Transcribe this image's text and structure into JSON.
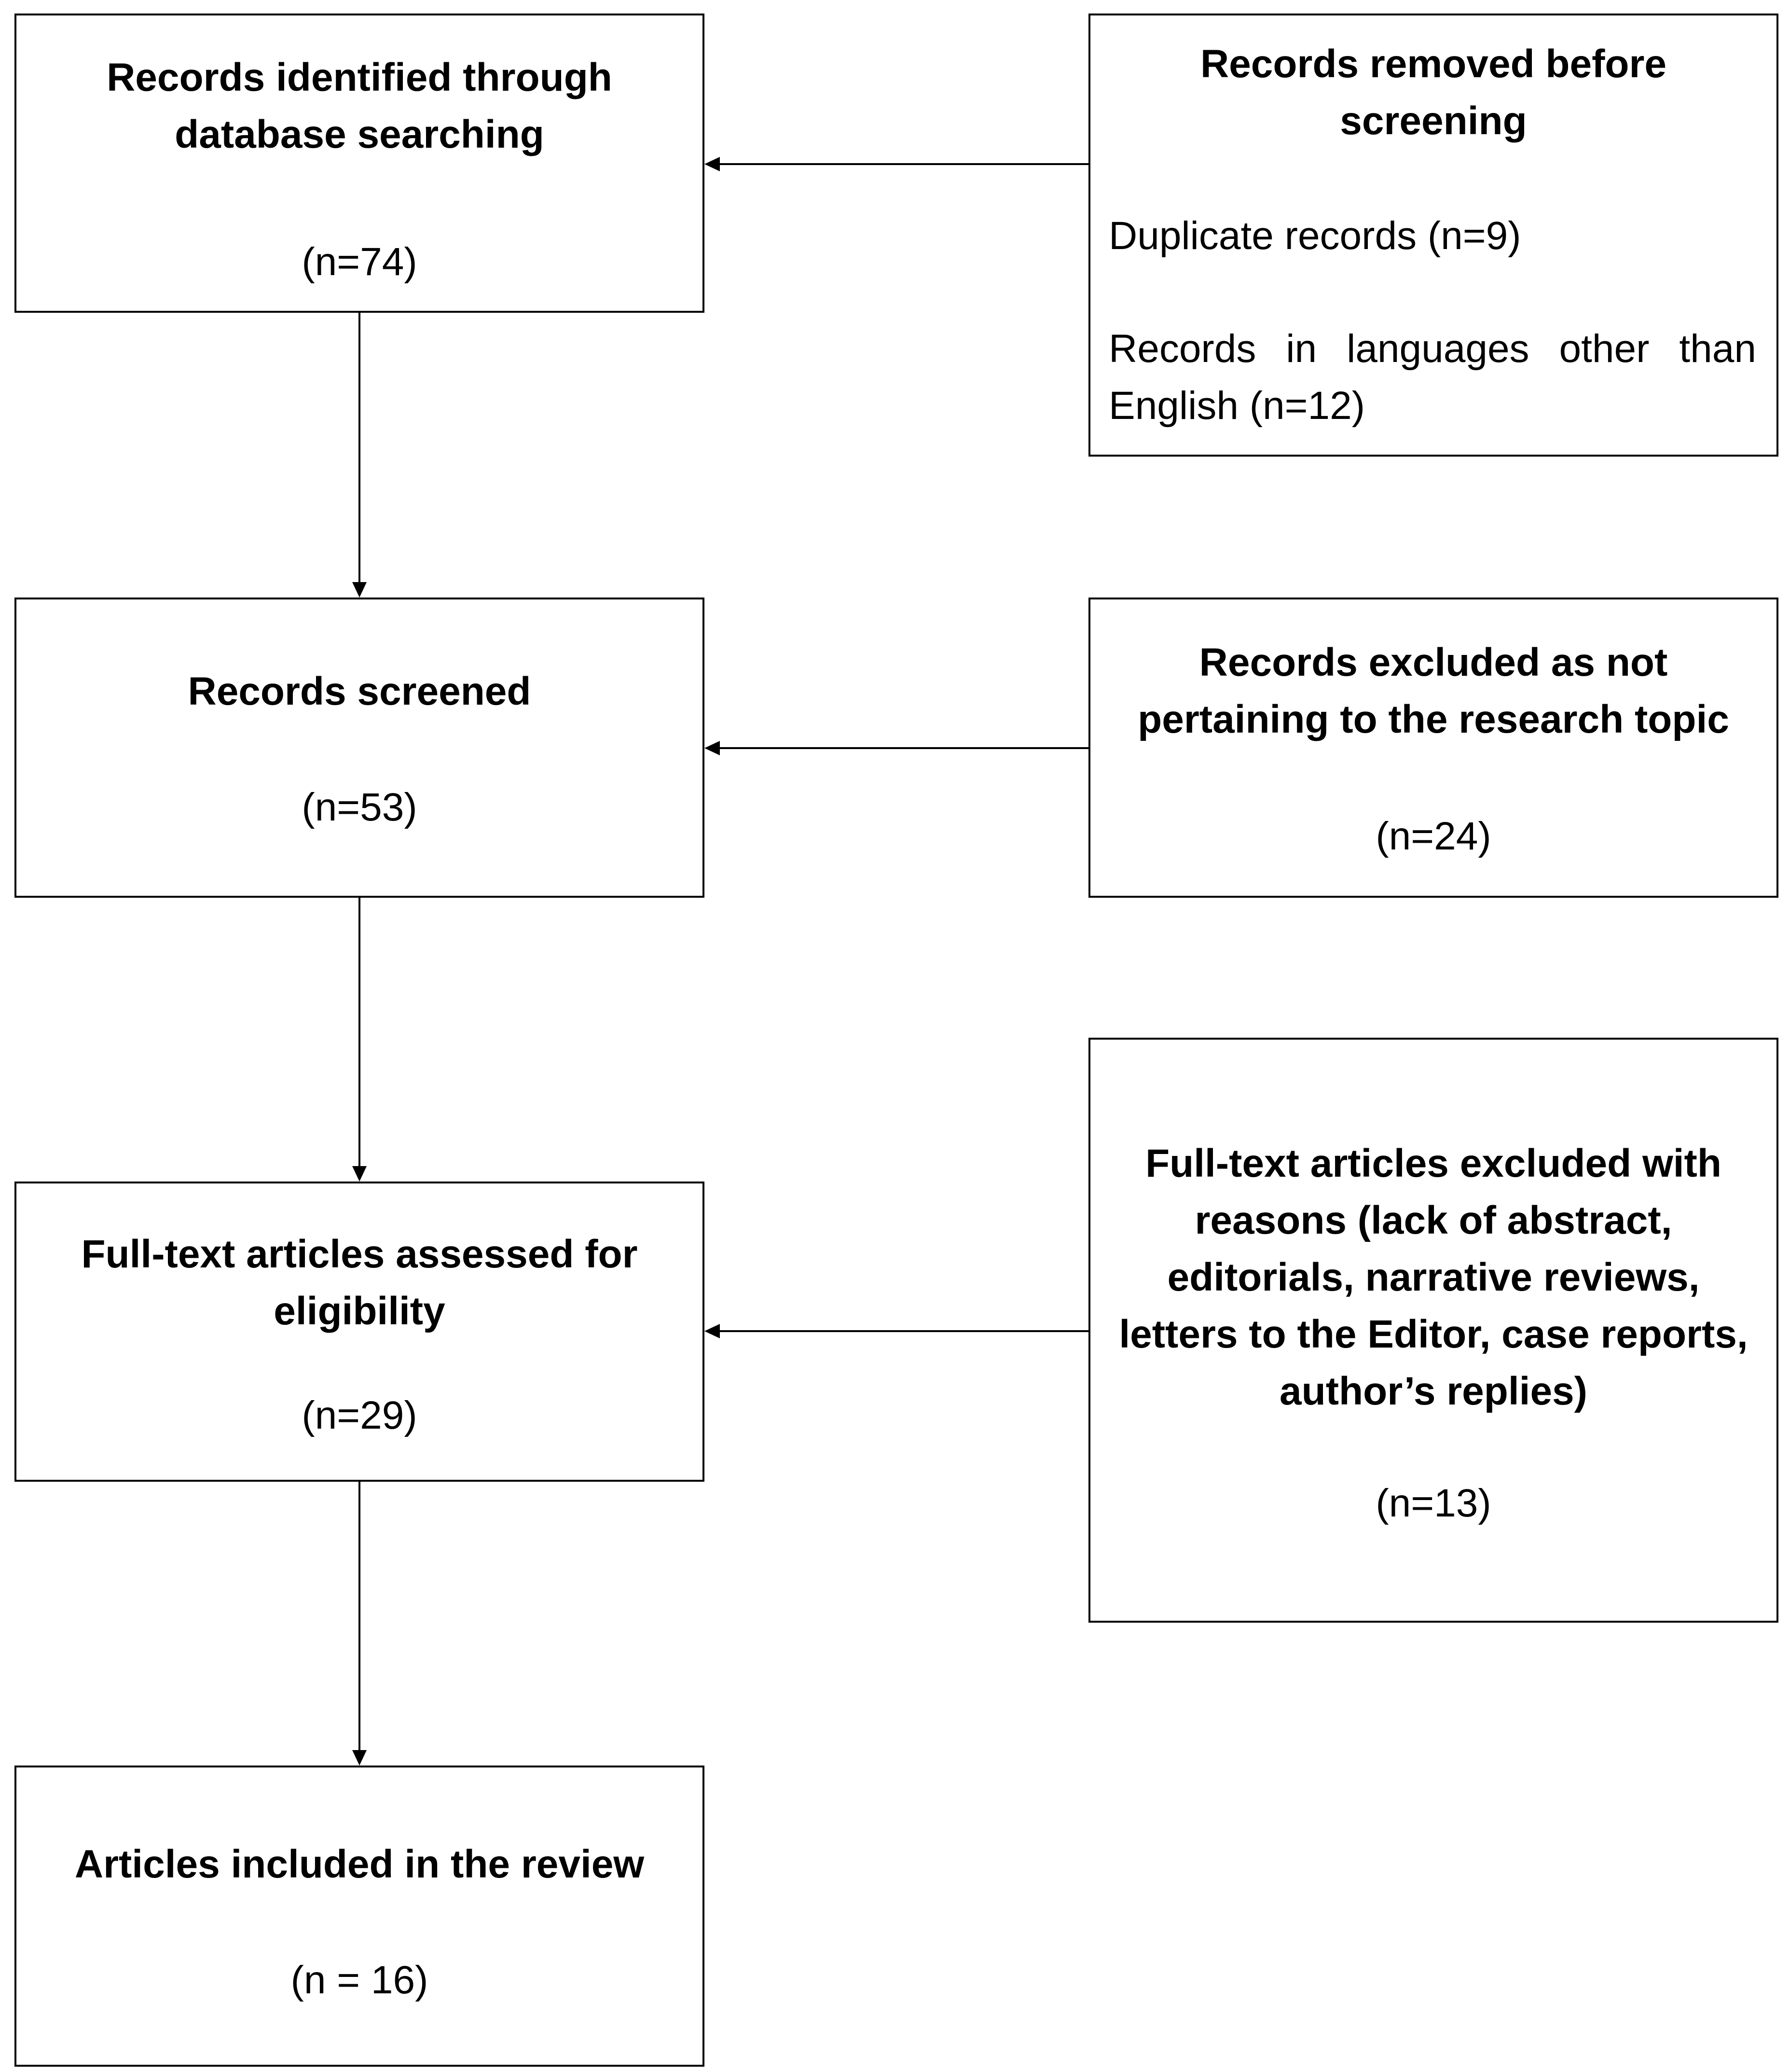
{
  "boxes": {
    "identified": {
      "title": "Records identified through database searching",
      "count": "(n=74)"
    },
    "removed": {
      "title": "Records removed before screening",
      "items": [
        "Duplicate records (n=9)",
        "Records in languages other than English (n=12)"
      ]
    },
    "screened": {
      "title": "Records screened",
      "count": "(n=53)"
    },
    "excluded_topic": {
      "title": "Records excluded as not pertaining to the research topic",
      "count": "(n=24)"
    },
    "assessed": {
      "title": "Full-text articles assessed for eligibility",
      "count": "(n=29)"
    },
    "excluded_fulltext": {
      "title": "Full-text articles excluded with reasons (lack of abstract, editorials, narrative reviews, letters to the Editor, case reports, author’s replies)",
      "count": "(n=13)"
    },
    "included": {
      "title": "Articles included in the review",
      "count": "(n = 16)"
    }
  },
  "colors": {
    "stroke": "#000000",
    "background": "#ffffff"
  }
}
